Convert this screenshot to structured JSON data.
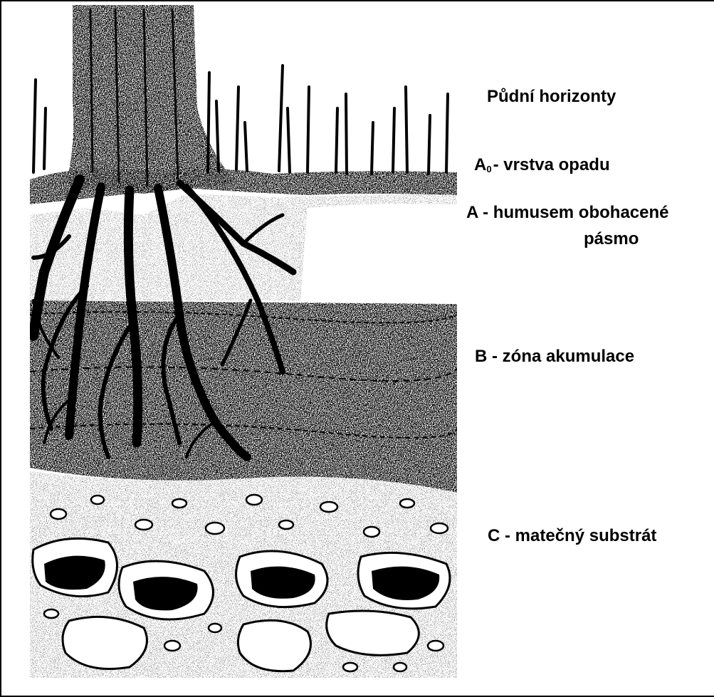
{
  "diagram": {
    "title": "Půdní horizonty",
    "horizons": [
      {
        "symbol": "A",
        "subscript": "0",
        "description": "- vrstva  opadu"
      },
      {
        "symbol": "A",
        "subscript": "",
        "description": "- humusem obohacené",
        "description_line2": "pásmo"
      },
      {
        "symbol": "B",
        "subscript": "",
        "description": "- zóna akumulace"
      },
      {
        "symbol": "C",
        "subscript": "",
        "description": "- matečný substrát"
      }
    ]
  }
}
